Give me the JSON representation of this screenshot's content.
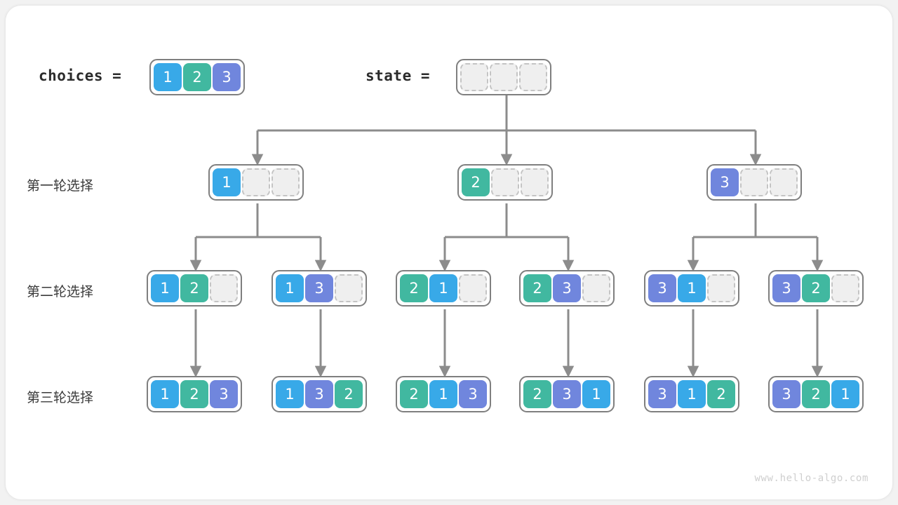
{
  "header": {
    "choices_label": "choices =",
    "state_label": "state =",
    "choices_values": [
      "1",
      "2",
      "3"
    ],
    "state_values": [
      "",
      "",
      ""
    ]
  },
  "rows": [
    {
      "label": "第一轮选择"
    },
    {
      "label": "第二轮选择"
    },
    {
      "label": "第三轮选择"
    }
  ],
  "colors": {
    "value_1": "#38a9e8",
    "value_2": "#41b8a0",
    "value_3": "#7086dd",
    "empty_cell": "#efefef",
    "empty_border": "#c4c4c4",
    "node_border": "#7f7f7f",
    "wire": "#8c8c8c",
    "page_background": "#f2f2f2",
    "card_background": "#ffffff"
  },
  "tree": {
    "level1": [
      {
        "name": "node-1",
        "cells": [
          "1",
          "",
          ""
        ]
      },
      {
        "name": "node-2",
        "cells": [
          "2",
          "",
          ""
        ]
      },
      {
        "name": "node-3",
        "cells": [
          "3",
          "",
          ""
        ]
      }
    ],
    "level2": [
      {
        "name": "node-12",
        "cells": [
          "1",
          "2",
          ""
        ]
      },
      {
        "name": "node-13",
        "cells": [
          "1",
          "3",
          ""
        ]
      },
      {
        "name": "node-21",
        "cells": [
          "2",
          "1",
          ""
        ]
      },
      {
        "name": "node-23",
        "cells": [
          "2",
          "3",
          ""
        ]
      },
      {
        "name": "node-31",
        "cells": [
          "3",
          "1",
          ""
        ]
      },
      {
        "name": "node-32",
        "cells": [
          "3",
          "2",
          ""
        ]
      }
    ],
    "level3": [
      {
        "name": "node-123",
        "cells": [
          "1",
          "2",
          "3"
        ]
      },
      {
        "name": "node-132",
        "cells": [
          "1",
          "3",
          "2"
        ]
      },
      {
        "name": "node-213",
        "cells": [
          "2",
          "1",
          "3"
        ]
      },
      {
        "name": "node-231",
        "cells": [
          "2",
          "3",
          "1"
        ]
      },
      {
        "name": "node-312",
        "cells": [
          "3",
          "1",
          "2"
        ]
      },
      {
        "name": "node-321",
        "cells": [
          "3",
          "2",
          "1"
        ]
      }
    ]
  },
  "watermark": "www.hello-algo.com"
}
